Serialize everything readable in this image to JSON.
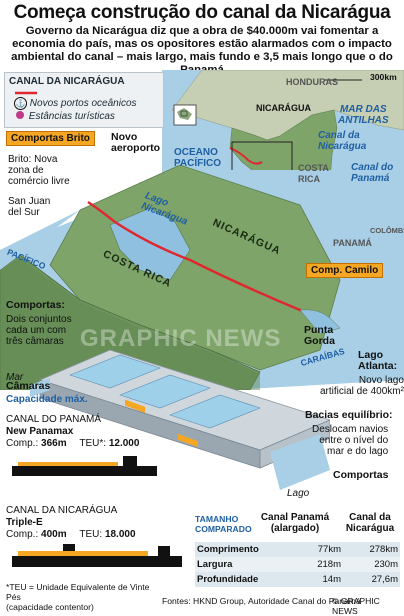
{
  "title": "Começa construção do canal da Nicarágua",
  "subtitle": "Governo da Nicarágua diz que a obra de $40.000m vai fomentar a economia do país, mas os opositores estão alarmados com o impacto ambiental do canal – mais largo, mais fundo e 3,5 mais longo que o do Panamá",
  "legend": {
    "header": "CANAL DA NICARÁGUA",
    "ports": "Novos portos oceânicos",
    "resorts": "Estâncias turísticas"
  },
  "inset_map": {
    "scale": "300km",
    "honduras": "HONDURAS",
    "caribbean": "MAR DAS\nANTILHAS",
    "nicaragua": "NICARÁGUA",
    "pacific": "OCEANO\nPACÍFICO",
    "nic_canal": "Canal da\nNicarágua",
    "costa_rica": "COSTA\nRICA",
    "panama_canal": "Canal do\nPanamá",
    "panama": "PANAMÁ",
    "colombia": "COLÔMBIA"
  },
  "main_map": {
    "brito_port": "Comportas Brito",
    "airport": "Novo\naeroporto",
    "brito_zone": "Brito: Nova\nzona de\ncomércio livre",
    "san_juan": "San Juan\ndel Sur",
    "lake": "Lago\nNicarágua",
    "nicaragua": "NICARÁGUA",
    "costa_rica": "COSTA RICA",
    "pacific": "PACÍFICO",
    "caribbean": "CARAÍBAS",
    "camilo": "Comp. Camilo",
    "punta_gorda": "Punta\nGorda",
    "lake_atlanta_title": "Lago\nAtlanta:",
    "lake_atlanta_desc": "Novo lago\nartificial de 400km²"
  },
  "locks": {
    "title": "Comportas:",
    "desc": "Dois conjuntos\ncada um com\ntrês câmaras",
    "sea": "Mar",
    "chambers": "Câmaras",
    "basins_title": "Bacias equilíbrio:",
    "basins_desc": "Deslocam navios\nentre o nível do\nmar e do lago",
    "gates": "Comportas",
    "lake": "Lago"
  },
  "ships": {
    "max_capacity": "Capacidade máx.",
    "panama_header": "CANAL DO PANAMÁ",
    "panama_name": "New Panamax",
    "panama_comp_label": "Comp.:",
    "panama_comp": "366m",
    "panama_teu_label": "TEU*:",
    "panama_teu": "12.000",
    "nic_header": "CANAL DA NICARÁGUA",
    "nic_name": "Triple-E",
    "nic_comp_label": "Comp.:",
    "nic_comp": "400m",
    "nic_teu_label": "TEU:",
    "nic_teu": "18.000",
    "footnote": "*TEU = Unidade Equivalente de Vinte Pés\n(capacidade contentor)"
  },
  "comparison": {
    "corner_1": "TAMANHO",
    "corner_2": "COMPARADO",
    "col1": "Canal Panamá\n(alargado)",
    "col2": "Canal da\nNicarágua",
    "rows": [
      {
        "label": "Comprimento",
        "v1": "77km",
        "v2": "278km"
      },
      {
        "label": "Largura",
        "v1": "218m",
        "v2": "230m"
      },
      {
        "label": "Profundidade",
        "v1": "14m",
        "v2": "27,6m"
      }
    ]
  },
  "footer": {
    "sources": "Fontes: HKND Group, Autoridade Canal do Panamá",
    "credit": "© GRAPHIC NEWS"
  },
  "watermark": "GRAPHIC NEWS",
  "colors": {
    "sea": "#a9cfe6",
    "land": "#7ea46a",
    "canal": "#e0262e",
    "callout": "#f5a623",
    "blue_text": "#1f5fa3"
  }
}
